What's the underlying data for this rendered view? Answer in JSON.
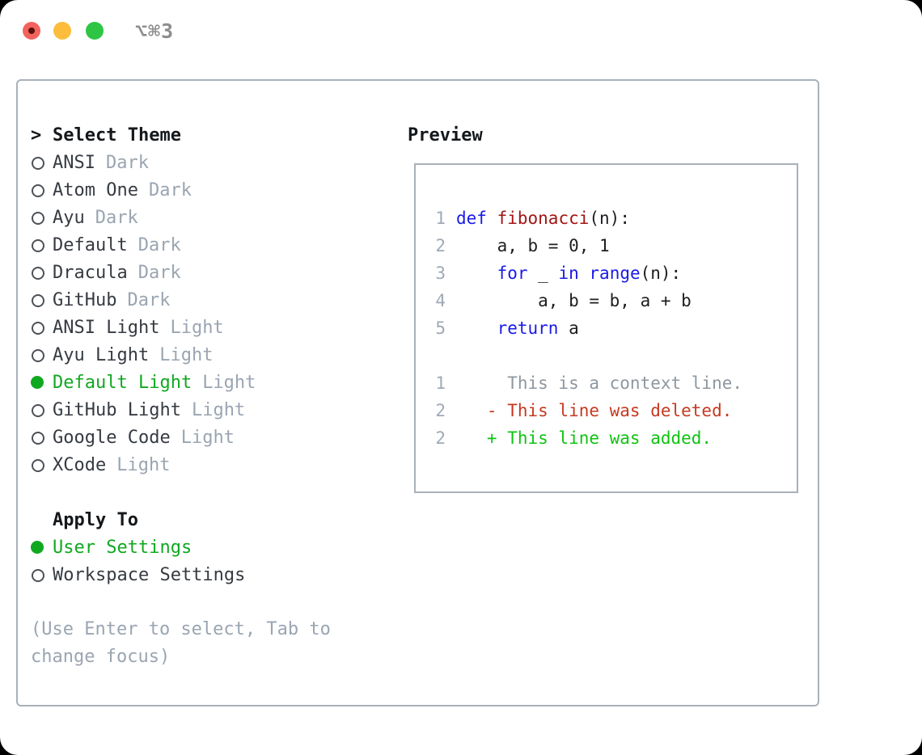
{
  "window": {
    "title": "⌥⌘3",
    "traffic_lights": [
      {
        "name": "close",
        "has_modified_dot": true
      },
      {
        "name": "minimize",
        "has_modified_dot": false
      },
      {
        "name": "zoom",
        "has_modified_dot": false
      }
    ]
  },
  "theme_picker": {
    "header_prefix": ">",
    "header_label": "Select Theme",
    "items": [
      {
        "name": "ANSI",
        "tag": "Dark",
        "selected": false
      },
      {
        "name": "Atom One",
        "tag": "Dark",
        "selected": false
      },
      {
        "name": "Ayu",
        "tag": "Dark",
        "selected": false
      },
      {
        "name": "Default",
        "tag": "Dark",
        "selected": false
      },
      {
        "name": "Dracula",
        "tag": "Dark",
        "selected": false
      },
      {
        "name": "GitHub",
        "tag": "Dark",
        "selected": false
      },
      {
        "name": "ANSI Light",
        "tag": "Light",
        "selected": false
      },
      {
        "name": "Ayu Light",
        "tag": "Light",
        "selected": false
      },
      {
        "name": "Default Light",
        "tag": "Light",
        "selected": true
      },
      {
        "name": "GitHub Light",
        "tag": "Light",
        "selected": false
      },
      {
        "name": "Google Code",
        "tag": "Light",
        "selected": false
      },
      {
        "name": "XCode",
        "tag": "Light",
        "selected": false
      }
    ],
    "apply_to": {
      "header": "Apply To",
      "options": [
        {
          "label": "User Settings",
          "selected": true
        },
        {
          "label": "Workspace Settings",
          "selected": false
        }
      ]
    },
    "hint": "(Use Enter to select, Tab to change focus)"
  },
  "preview": {
    "header": "Preview",
    "lines": [
      {
        "num": "1",
        "segments": [
          {
            "t": "def",
            "c": "kw"
          },
          {
            "t": " ",
            "c": "plain"
          },
          {
            "t": "fibonacci",
            "c": "fn"
          },
          {
            "t": "(n):",
            "c": "plain"
          }
        ]
      },
      {
        "num": "2",
        "segments": [
          {
            "t": "    a, b = 0, 1",
            "c": "plain"
          }
        ]
      },
      {
        "num": "3",
        "segments": [
          {
            "t": "    ",
            "c": "plain"
          },
          {
            "t": "for",
            "c": "kw"
          },
          {
            "t": " _ ",
            "c": "plain"
          },
          {
            "t": "in",
            "c": "kw"
          },
          {
            "t": " ",
            "c": "plain"
          },
          {
            "t": "range",
            "c": "kw"
          },
          {
            "t": "(n):",
            "c": "plain"
          }
        ]
      },
      {
        "num": "4",
        "segments": [
          {
            "t": "        a, b = b, a + b",
            "c": "plain"
          }
        ]
      },
      {
        "num": "5",
        "segments": [
          {
            "t": "    ",
            "c": "plain"
          },
          {
            "t": "return",
            "c": "kw"
          },
          {
            "t": " a",
            "c": "plain"
          }
        ]
      },
      {
        "num": "",
        "segments": []
      },
      {
        "num": "1",
        "segments": [
          {
            "t": "     This is a context line.",
            "c": "ctx"
          }
        ]
      },
      {
        "num": "2",
        "segments": [
          {
            "t": "   - This line was deleted.",
            "c": "del"
          }
        ]
      },
      {
        "num": "2",
        "segments": [
          {
            "t": "   + This line was added.",
            "c": "add"
          }
        ]
      }
    ]
  },
  "colors": {
    "selection_green": "#11a821",
    "added_green": "#10c313",
    "deleted_red": "#c43a20",
    "keyword_blue": "#1a1ae6",
    "function_red": "#a31414",
    "muted_gray": "#9aa5b2",
    "line_number_gray": "#9fa9b6",
    "context_gray": "#8e979f",
    "item_text": "#363b42",
    "heading": "#15181b",
    "circle_border": "#4c5157",
    "panel_border": "#a9b1ba",
    "title_gray": "#8d8d8d",
    "traffic_red": "#f3635d",
    "traffic_red_dot": "#5c100a",
    "traffic_yellow": "#fbbd3b",
    "traffic_green": "#2ec544"
  }
}
